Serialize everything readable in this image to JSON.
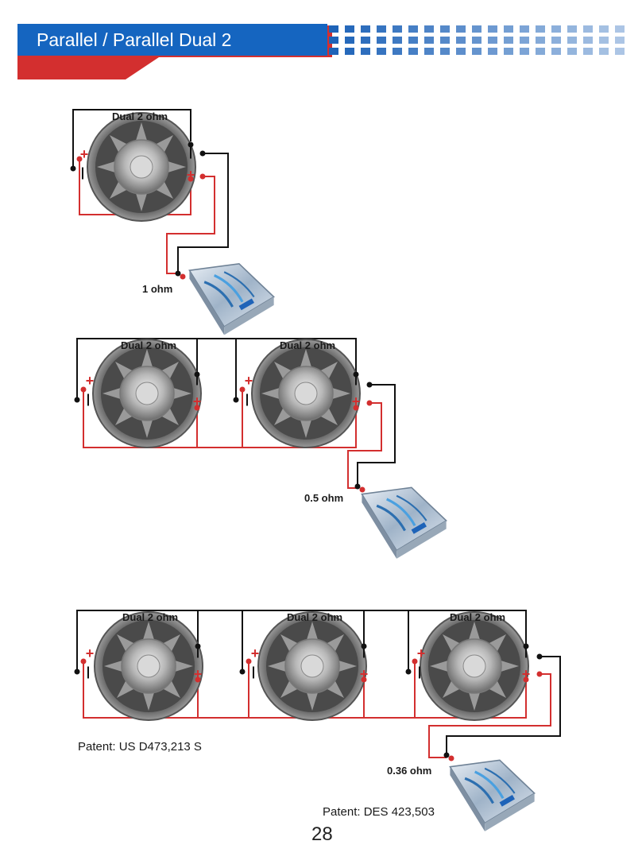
{
  "header": {
    "title": "Parallel / Parallel Dual 2",
    "colors": {
      "banner": "#1565c0",
      "accent": "#d32f2f",
      "dots": "#1e63b8"
    }
  },
  "diagrams": [
    {
      "speaker_labels": [
        "Dual 2 ohm"
      ],
      "amp_load": "1 ohm"
    },
    {
      "speaker_labels": [
        "Dual 2 ohm",
        "Dual 2 ohm"
      ],
      "amp_load": "0.5 ohm"
    },
    {
      "speaker_labels": [
        "Dual 2 ohm",
        "Dual 2 ohm",
        "Dual 2 ohm"
      ],
      "amp_load": "0.36 ohm"
    }
  ],
  "terminals": {
    "plus": "+",
    "minus": "-"
  },
  "wire_colors": {
    "positive": "#d32f2f",
    "negative": "#111111"
  },
  "footer": {
    "patent_speaker": "Patent: US D473,213 S",
    "patent_amp": "Patent: DES 423,503",
    "page_number": "28"
  },
  "icons": [
    "subwoofer-icon",
    "amplifier-icon"
  ]
}
